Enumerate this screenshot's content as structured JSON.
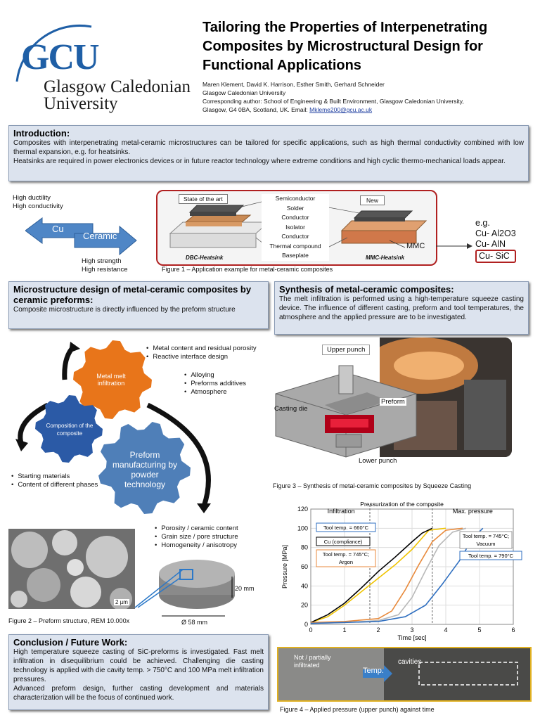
{
  "header": {
    "logo_letters": "GCU",
    "logo_line1": "Glasgow Caledonian",
    "logo_line2": "University",
    "title_l1": "Tailoring the Properties of Interpenetrating",
    "title_l2": "Composites by Microstructural Design for",
    "title_l3": "Functional Applications",
    "authors": "Maren Klement, David K. Harrison, Esther Smith, Gerhard Schneider",
    "affil": "Glasgow Caledonian University",
    "corr_l1": "Corresponding author:  School of Engineering & Built Environment, Glasgow Caledonian University,",
    "corr_l2": "Glasgow, G4 0BA, Scotland, UK.  Email: ",
    "email": "Mkleme200@gcu.ac.uk"
  },
  "intro": {
    "title": "Introduction:",
    "p1": "Composites with interpenetrating metal-ceramic microstructures can be tailored for specific applications, such as high thermal conductivity combined with low thermal expansion, e.g. for heatsinks.",
    "p2": "Heatsinks are required in power electronics devices or in future reactor technology where extreme conditions and high cyclic thermo-mechanical loads appear."
  },
  "fig1": {
    "high_ductility": "High ductility",
    "high_conductivity": "High conductivity",
    "cu": "Cu",
    "ceramic": "Ceramic",
    "high_strength": "High strength",
    "high_resistance": "High resistance",
    "state_art": "State of the art",
    "new": "New",
    "layers": [
      "Semiconductor",
      "Solder",
      "Conductor",
      "Isolator",
      "Conductor",
      "Thermal compound",
      "Baseplate"
    ],
    "dbc": "DBC-Heatsink",
    "mmc_hs": "MMC-Heatsink",
    "mmc": "MMC",
    "eg": "e.g.",
    "ex1": "Cu- Al2O3",
    "ex2": "Cu- AlN",
    "ex3": "Cu- SiC",
    "caption": "Figure 1 – Application example for metal-ceramic composites"
  },
  "micro": {
    "title": "Microstructure design of metal-ceramic composites by ceramic preforms:",
    "text": "Composite microstructure is directly influenced by the preform structure"
  },
  "gears": {
    "g1": "Metal melt infiltration",
    "g2": "Composition of the composite",
    "g3": "Preform manufacturing by powder technology",
    "b1": [
      "Metal content and residual porosity",
      "Reactive interface design"
    ],
    "b1sub": [
      "Alloying",
      "Preforms additives",
      "Atmosphere"
    ],
    "b2": [
      "Starting materials",
      "Content of different phases"
    ],
    "b3": [
      "Porosity / ceramic content",
      "Grain size / pore structure",
      "Homogeneity / anisotropy"
    ]
  },
  "fig2": {
    "scale": "2 µm",
    "height": "20 mm",
    "diam": "Ø 58 mm",
    "caption": "Figure 2 – Preform structure, REM 10.000x"
  },
  "synth": {
    "title": "Synthesis of metal-ceramic composites:",
    "text": "The melt infiltration is performed using a high-temperature squeeze casting device. The influence of different casting, preform and tool temperatures, the atmosphere and  the applied pressure are to be investigated."
  },
  "fig3": {
    "upper": "Upper punch",
    "die": "Casting die",
    "preform": "Preform",
    "lower": "Lower punch",
    "caption": "Figure 3 – Synthesis of metal-ceramic composites by Squeeze Casting"
  },
  "chart_data": {
    "type": "line",
    "xlabel": "Time [sec]",
    "ylabel": "Pressure [MPa]",
    "xlim": [
      0,
      6
    ],
    "ylim": [
      0,
      120
    ],
    "xticks": [
      0,
      1,
      2,
      3,
      4,
      5,
      6
    ],
    "yticks": [
      0,
      20,
      40,
      60,
      80,
      100,
      120
    ],
    "phases": [
      "Infiltration",
      "Pressurization of the composite",
      "Max. pressure"
    ],
    "series": [
      {
        "name": "Tool temp. = 660°C",
        "color": "#f0c400",
        "x": [
          0,
          0.5,
          1.0,
          1.5,
          2.0,
          2.5,
          3.0,
          3.5,
          4.0
        ],
        "y": [
          2,
          8,
          20,
          34,
          48,
          62,
          78,
          98,
          100
        ]
      },
      {
        "name": "Cu (compliance)",
        "color": "#000000",
        "x": [
          0,
          0.5,
          1.0,
          1.5,
          2.0,
          2.5,
          3.0,
          3.3,
          3.6
        ],
        "y": [
          2,
          10,
          22,
          38,
          55,
          70,
          86,
          95,
          100
        ]
      },
      {
        "name": "Tool temp. = 745°C; Argon",
        "color": "#e88a3c",
        "x": [
          0,
          1.0,
          2.0,
          2.4,
          2.8,
          3.2,
          3.6,
          4.0,
          4.5
        ],
        "y": [
          2,
          3,
          6,
          14,
          36,
          62,
          86,
          98,
          100
        ]
      },
      {
        "name": "Tool temp. = 745°C; Vacuum",
        "color": "#b8b8b8",
        "x": [
          0,
          1.0,
          2.0,
          2.6,
          3.0,
          3.4,
          3.8,
          4.2,
          4.6
        ],
        "y": [
          1,
          2,
          4,
          10,
          28,
          56,
          82,
          96,
          100
        ]
      },
      {
        "name": "Tool temp. = 790°C",
        "color": "#2f6fc0",
        "x": [
          0,
          1.0,
          2.0,
          2.8,
          3.4,
          3.9,
          4.4,
          4.8,
          5.1
        ],
        "y": [
          1,
          2,
          3,
          8,
          20,
          42,
          66,
          90,
          100
        ]
      }
    ],
    "caption": "Figure 4 – Applied pressure (upper punch) against time",
    "inset_left": "Not / partially infiltrated",
    "inset_temp": "Temp.",
    "inset_cavities": "cavities"
  },
  "conclusion": {
    "title": "Conclusion / Future Work:",
    "p1": "High temperature squeeze casting of SiC-preforms is investigated. Fast melt infiltration in disequilibrium could be achieved. Challenging die casting technology is applied with die cavity temp. > 750°C and 100 MPa melt infiltration pressures.",
    "p2": "Advanced preform design, further casting development and materials characterization will be the focus of continued work."
  },
  "colors": {
    "gear_orange": "#e8751a",
    "gear_blue": "#2b5aa6",
    "gear_steel": "#4f7fb8",
    "box_bg": "#dce3ee",
    "gcu_blue": "#1f5fa6"
  }
}
